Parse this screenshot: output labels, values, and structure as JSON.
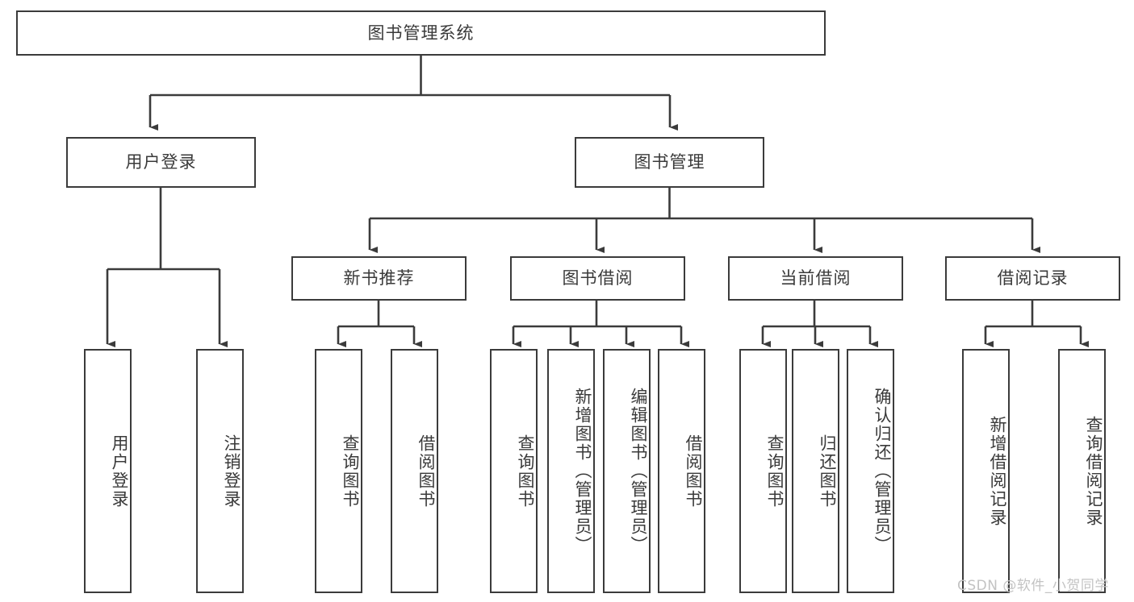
{
  "diagram": {
    "type": "tree-hierarchy",
    "root": {
      "label": "图书管理系统"
    },
    "level1": [
      {
        "label": "用户登录"
      },
      {
        "label": "图书管理"
      }
    ],
    "level2": [
      {
        "label": "新书推荐"
      },
      {
        "label": "图书借阅"
      },
      {
        "label": "当前借阅"
      },
      {
        "label": "借阅记录"
      }
    ],
    "leaves": {
      "user_login": [
        {
          "label": "用户登录"
        },
        {
          "label": "注销登录"
        }
      ],
      "new_book_recommend": [
        {
          "label": "查询图书"
        },
        {
          "label": "借阅图书"
        }
      ],
      "book_borrow": [
        {
          "label": "查询图书"
        },
        {
          "label": "新增图书（管理员）"
        },
        {
          "label": "编辑图书（管理员）"
        },
        {
          "label": "借阅图书"
        }
      ],
      "current_borrow": [
        {
          "label": "查询图书"
        },
        {
          "label": "归还图书"
        },
        {
          "label": "确认归还（管理员）"
        }
      ],
      "borrow_record": [
        {
          "label": "新增借阅记录"
        },
        {
          "label": "查询借阅记录"
        }
      ]
    }
  },
  "watermark": {
    "text": "CSDN @软件_小贺同学"
  },
  "colors": {
    "stroke": "#3b3b3b",
    "text": "#3a3a3a",
    "background": "#ffffff",
    "watermark": "#c3c3c3"
  }
}
